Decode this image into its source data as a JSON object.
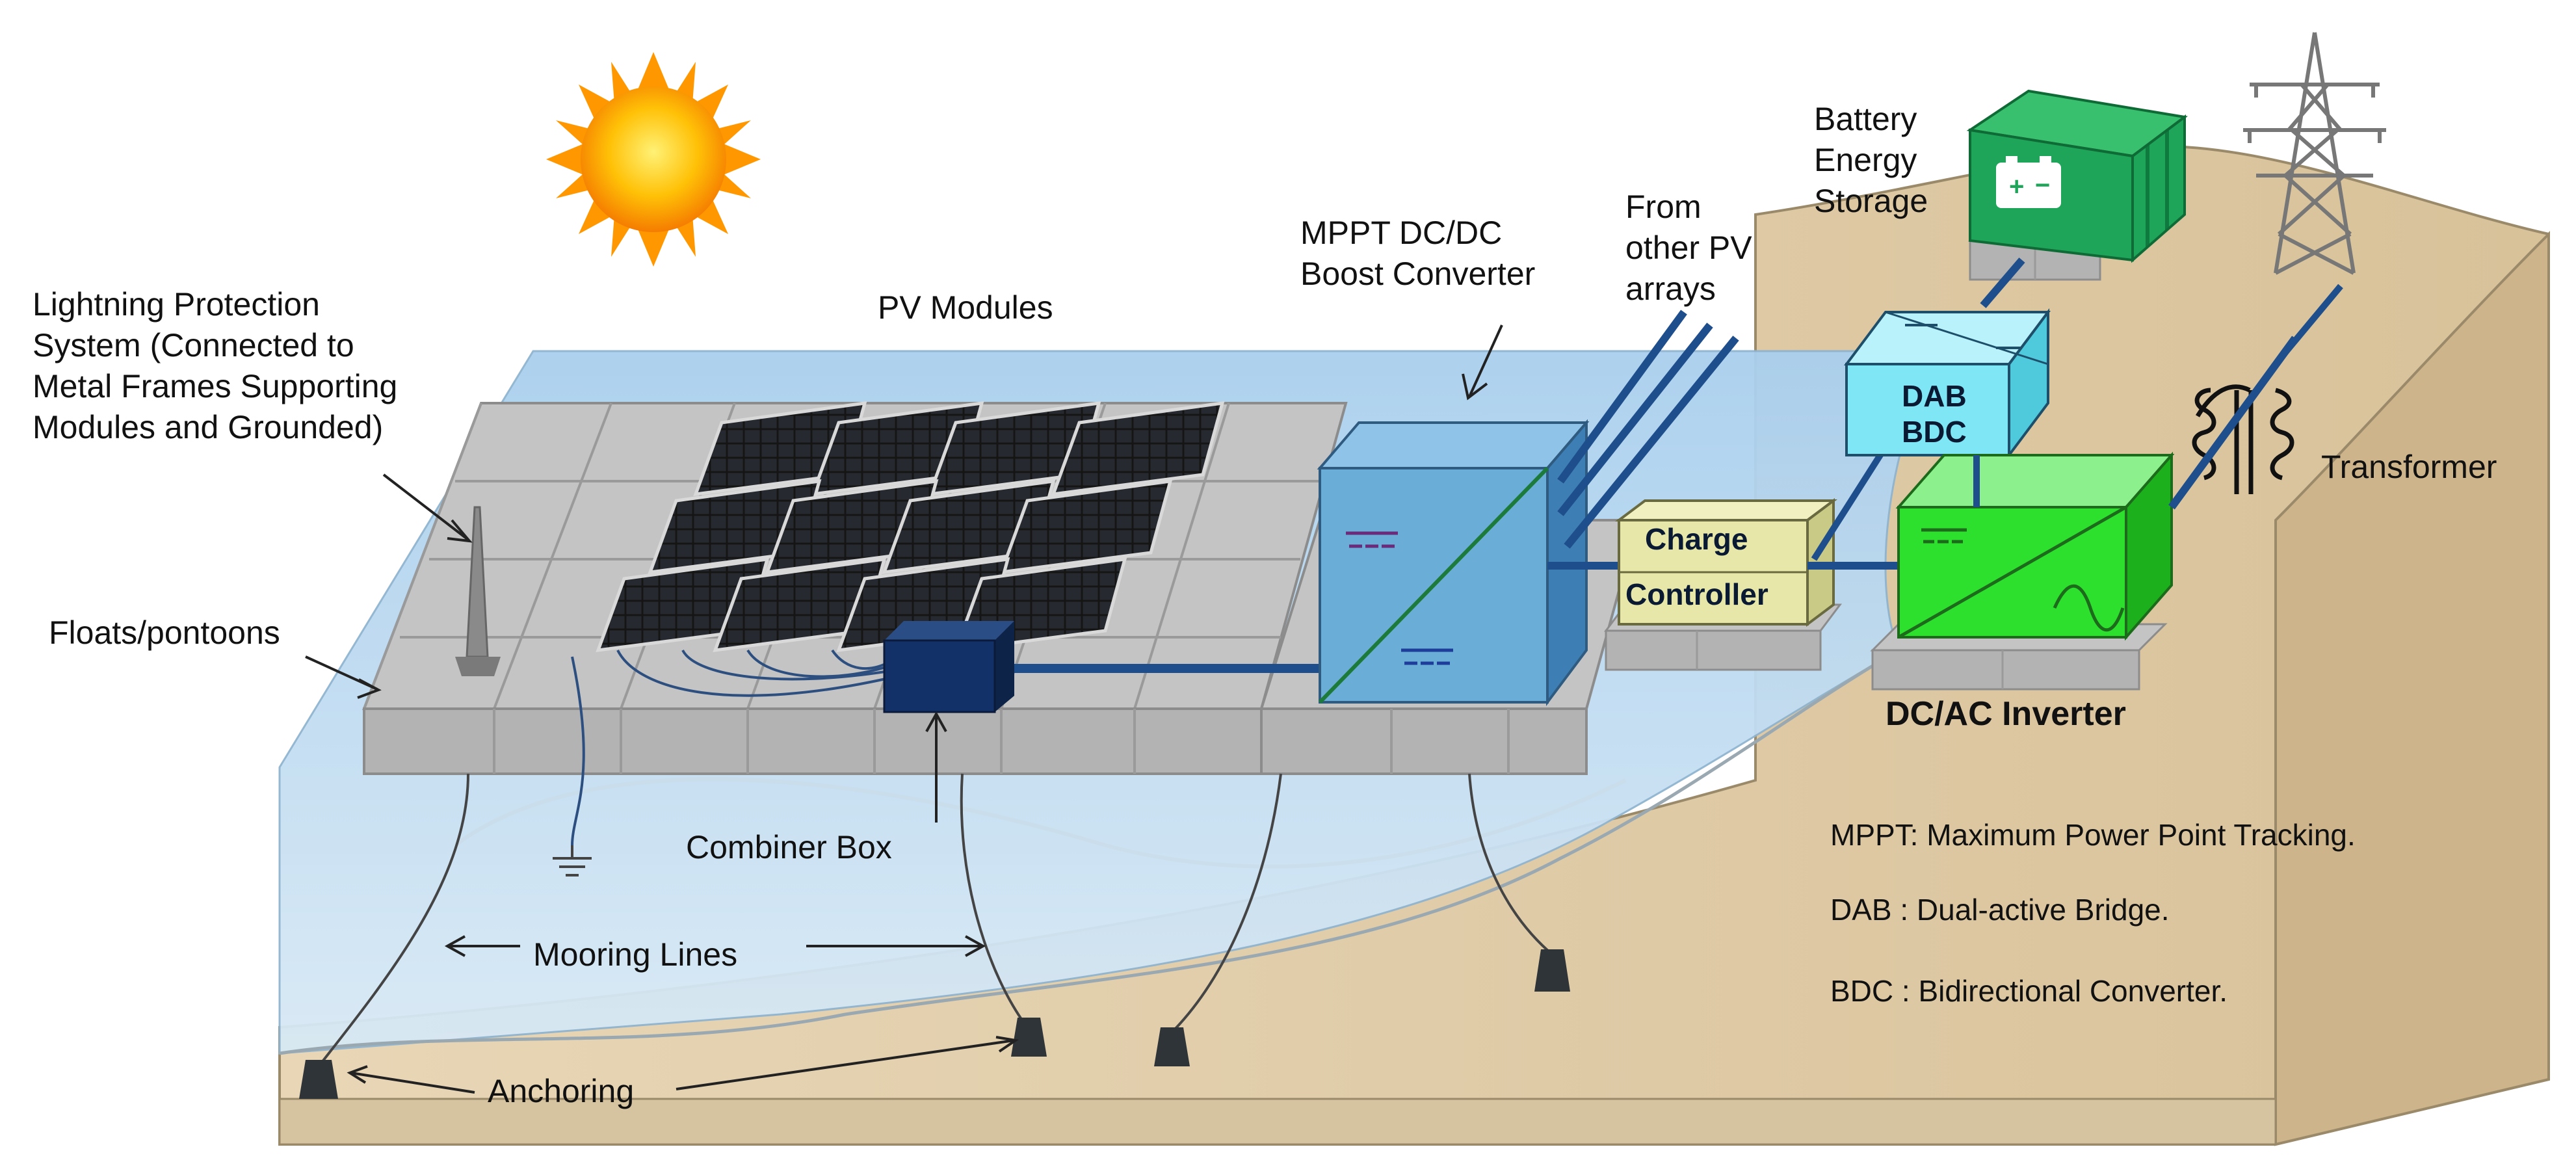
{
  "labels": {
    "lightning": [
      "Lightning Protection",
      "System (Connected to",
      "Metal Frames Supporting",
      "Modules and Grounded)"
    ],
    "pv_modules": "PV Modules",
    "mppt": [
      "MPPT DC/DC",
      "Boost Converter"
    ],
    "from_other": [
      "From",
      "other PV",
      "arrays"
    ],
    "battery": [
      "Battery",
      "Energy",
      "Storage"
    ],
    "dab_bdc": [
      "DAB",
      "BDC"
    ],
    "charge_controller": [
      "Charge",
      "Controller"
    ],
    "transformer": "Transformer",
    "dc_ac_inverter": "DC/AC Inverter",
    "floats": "Floats/pontoons",
    "combiner_box": "Combiner Box",
    "mooring_lines": "Mooring Lines",
    "anchoring": "Anchoring"
  },
  "legend": [
    "MPPT: Maximum Power Point Tracking.",
    "DAB : Dual-active Bridge.",
    "BDC : Bidirectional Converter."
  ],
  "colors": {
    "water": "#b9d8ef",
    "ground": "#e3cfae",
    "pontoon": "#bcbcbc",
    "mppt_box": "#6aaed8",
    "dab_box": "#7fe6f5",
    "charge_box": "#e6e7a8",
    "inverter_box": "#2ee02e",
    "battery": "#22a65a",
    "cable": "#1e4e8c"
  }
}
